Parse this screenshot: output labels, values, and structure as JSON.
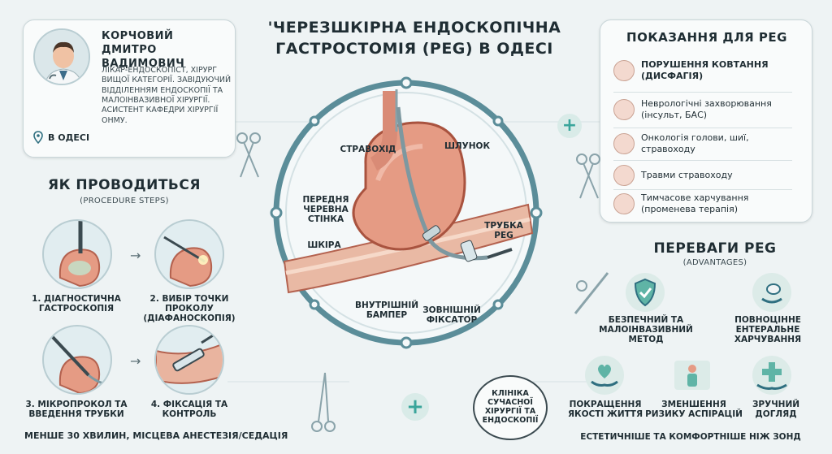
{
  "doctor": {
    "name": "Корчовий Дмитро Вадимович",
    "bio": "Лікар-ендоскопіст, хірург вищої категорії. Завідуючий відділенням ендоскопії та малоінвазивної хірургії. Асистент кафедри хірургії ОНМУ.",
    "location": "В Одесі"
  },
  "main_title": {
    "line1": "'Черезшкірна ендоскопічна",
    "line2": "гастростомія (PEG) в Одесі"
  },
  "indications": {
    "title": "Показання для PEG",
    "items": [
      {
        "text": "Порушення ковтання (дисфагія)",
        "icon": "throat-icon",
        "bold": true
      },
      {
        "text": "Неврологічні захворювання (інсульт, БАС)",
        "icon": "brain-icon"
      },
      {
        "text": "Онкологія голови, шиї, стравоходу",
        "icon": "head-oncology-icon"
      },
      {
        "text": "Травми стравоходу",
        "icon": "bone-injury-icon"
      },
      {
        "text": "Тимчасове харчування (променева терапія)",
        "icon": "radiation-icon"
      }
    ]
  },
  "procedure": {
    "title": "Як проводиться",
    "subtitle": "(PROCEDURE STEPS)",
    "steps": [
      {
        "label": "1. Діагностична гастроскопія"
      },
      {
        "label": "2. Вибір точки проколу (діафаноскопія)"
      },
      {
        "label": "3. Мікропрокол та введення трубки"
      },
      {
        "label": "4. Фіксація та контроль"
      }
    ],
    "footer": "Менше 30 хвилин, місцева анестезія/седація"
  },
  "diagram": {
    "labels": {
      "esophagus": "Стравохід",
      "stomach": "Шлунок",
      "abdominal_wall": "Передня черевна стінка",
      "skin": "Шкіра",
      "tube": "Трубка PEG",
      "inner_bumper": "Внутрішній бампер",
      "outer_fixator": "Зовнішній фіксатор"
    }
  },
  "clinic": {
    "name": "Клініка сучасної хірургії та ендоскопії"
  },
  "advantages": {
    "title": "Переваги PEG",
    "subtitle": "(ADVANTAGES)",
    "items": [
      {
        "label": "Безпечний та малоінвазивний метод",
        "icon": "shield-check-icon"
      },
      {
        "label": "Повноцінне ентеральне харчування",
        "icon": "nutrition-icon"
      },
      {
        "label": "Покращення якості життя",
        "icon": "heart-hands-icon"
      },
      {
        "label": "Зменшення ризику аспірацій",
        "icon": "patient-icon"
      },
      {
        "label": "Зручний догляд",
        "icon": "care-hands-icon"
      }
    ],
    "footer": "Естетичніше та комфортніше ніж зонд"
  },
  "colors": {
    "accent": "#2f6f80",
    "stomach": "#e59b84",
    "ring": "#5b8d99",
    "cross": "#3aa59b"
  }
}
